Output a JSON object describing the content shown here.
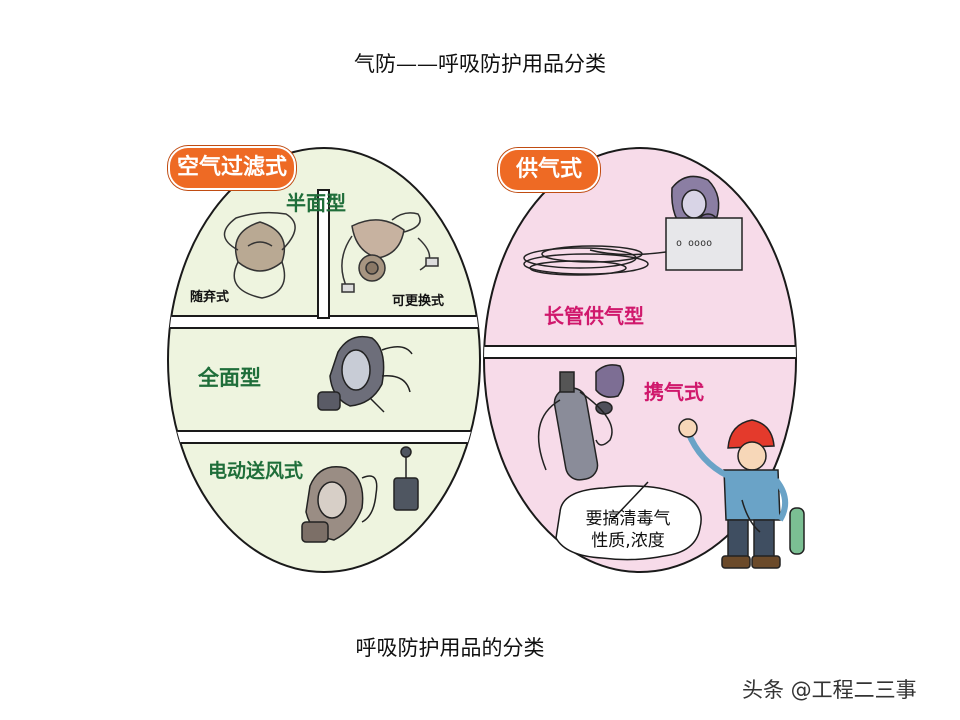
{
  "title": "气防——呼吸防护用品分类",
  "caption": "呼吸防护用品的分类",
  "watermark": "头条 @工程二三事",
  "left_panel": {
    "badge": "空气过滤式",
    "half_face": {
      "label": "半面型",
      "disposable": "随弃式",
      "replaceable": "可更换式"
    },
    "full_face": "全面型",
    "powered": "电动送风式"
  },
  "right_panel": {
    "badge": "供气式",
    "airline": "长管供气型",
    "scba": "携气式",
    "speech": [
      "要搞清毒气",
      "性质,浓度"
    ]
  },
  "colors": {
    "left_fill": "#eef4df",
    "right_fill": "#f7dbe9",
    "badge": "#ee6a24",
    "outline": "#1a1a1a"
  }
}
